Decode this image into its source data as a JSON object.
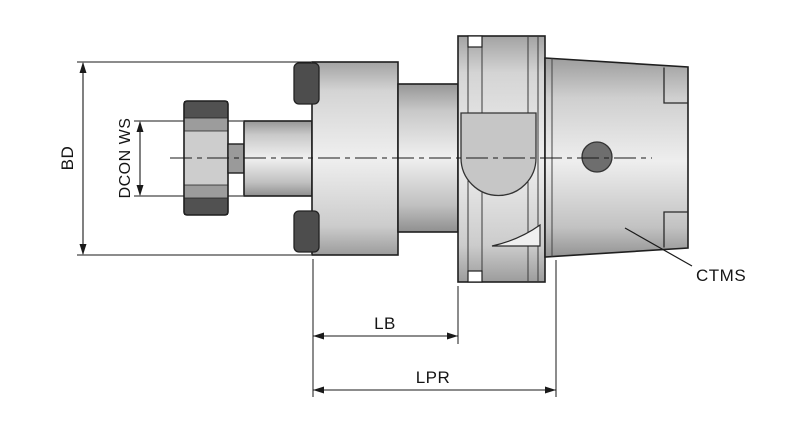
{
  "drawing": {
    "labels": {
      "bd": "BD",
      "dcon_ws": "DCON WS",
      "lb": "LB",
      "lpr": "LPR",
      "ctms": "CTMS"
    },
    "colors": {
      "line": "#1a1a1a",
      "metal_light": "#f0f0f0",
      "metal_mid": "#c6c6c6",
      "metal_dark": "#8f8f8f",
      "detail_dark": "#4d4d4d",
      "background": "#ffffff"
    }
  }
}
